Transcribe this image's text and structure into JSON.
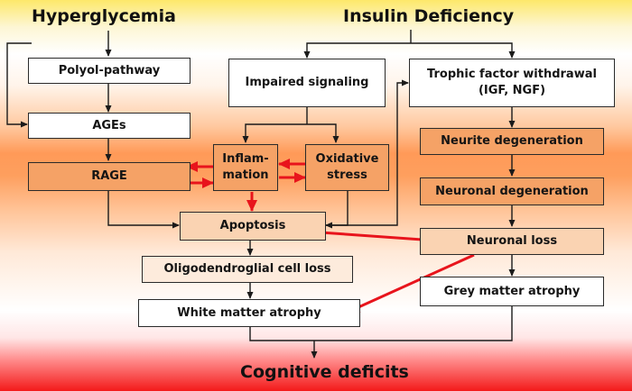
{
  "titles": {
    "hyperglycemia": "Hyperglycemia",
    "insulin_deficiency": "Insulin Deficiency",
    "cognitive_deficits": "Cognitive deficits"
  },
  "nodes": {
    "polyol": "Polyol-pathway",
    "ages": "AGEs",
    "rage": "RAGE",
    "impaired_signaling": "Impaired signaling",
    "trophic": "Trophic factor withdrawal\n(IGF, NGF)",
    "inflammation": "Inflam-\nmation",
    "oxidative": "Oxidative\nstress",
    "neurite": "Neurite degeneration",
    "neuronal_degeneration": "Neuronal degeneration",
    "apoptosis": "Apoptosis",
    "neuronal_loss": "Neuronal loss",
    "oligo": "Oligodendroglial cell loss",
    "grey": "Grey matter atrophy",
    "white": "White matter atrophy"
  },
  "colors": {
    "arrow_black": "#1a1a1a",
    "arrow_red": "#e8141c",
    "box_border": "#2a2a2a"
  }
}
